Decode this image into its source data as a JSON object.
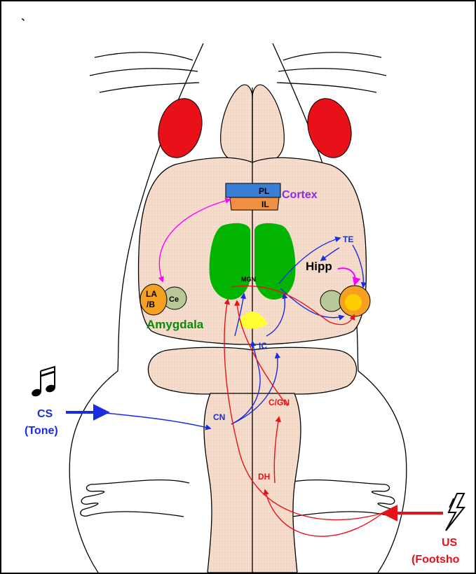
{
  "mark": "`",
  "labels": {
    "pl": "PL",
    "il": "IL",
    "cortex": "Cortex",
    "te": "TE",
    "hipp": "Hipp",
    "mgn": "MGN",
    "la_b_1": "LA",
    "la_b_2": "/B",
    "ce": "Ce",
    "amygdala": "Amygdala",
    "ic": "IC",
    "cn": "CN",
    "cgn": "C/GN",
    "dh": "DH",
    "cs": "CS",
    "tone": "(Tone)",
    "us": "US",
    "footshock": "(Footsho"
  },
  "icons": {
    "music": "music-notes-icon",
    "shock": "lightning-bolt-icon"
  },
  "colors": {
    "cs_pathway": "#1a2be0",
    "us_pathway": "#e8111a",
    "cortex_link": "#ff00ff",
    "amygdala": "#0a8a0a",
    "cortex_label": "#8a2be2",
    "thalamus": "#00b400",
    "brain_fill": "#f6dccb",
    "ears": "#e8111a",
    "pl_region": "#3a7fd5",
    "il_region": "#f09040",
    "la_region": "#f5a020",
    "ce_region": "#b8c898",
    "ic_region": "#ffff33"
  }
}
